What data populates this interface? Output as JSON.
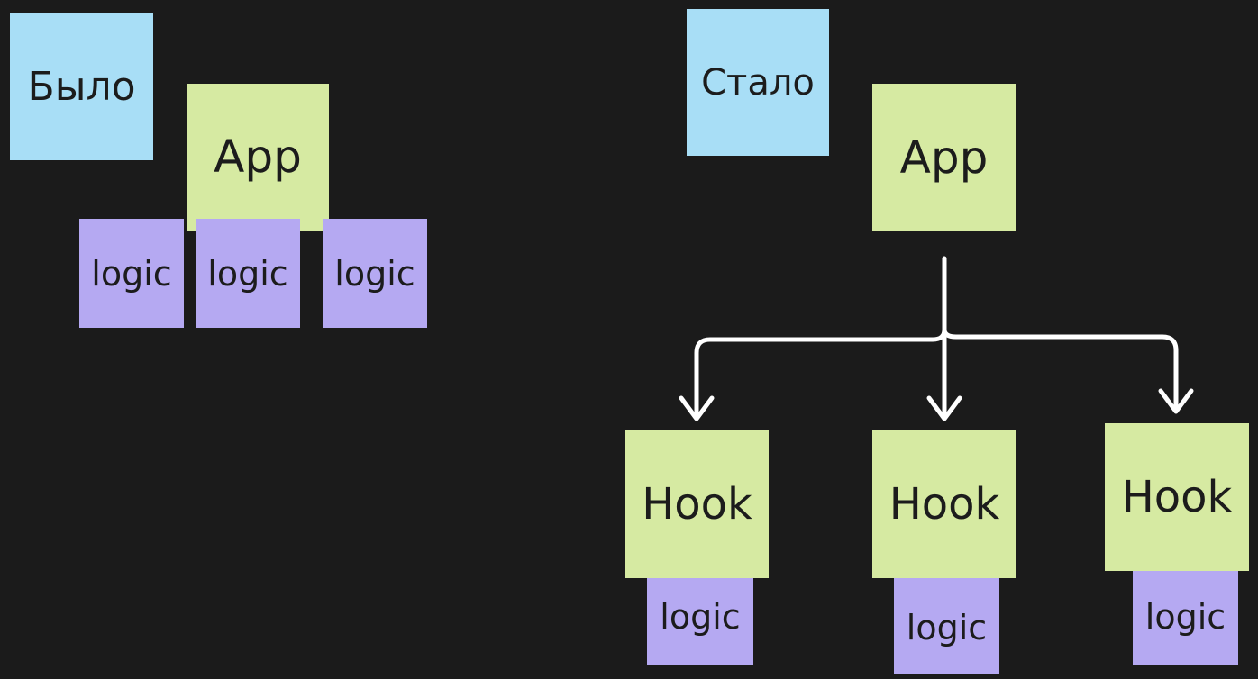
{
  "before": {
    "label": "Было",
    "app": "App",
    "logic": [
      "logic",
      "logic",
      "logic"
    ]
  },
  "after": {
    "label": "Стало",
    "app": "App",
    "hooks": [
      {
        "hook": "Hook",
        "logic": "logic"
      },
      {
        "hook": "Hook",
        "logic": "logic"
      },
      {
        "hook": "Hook",
        "logic": "logic"
      }
    ]
  },
  "colors": {
    "background": "#1b1b1b",
    "label_note": "#a8def6",
    "app_note": "#d6eaa2",
    "logic_note": "#b5a9f2",
    "arrow": "#ffffff"
  }
}
